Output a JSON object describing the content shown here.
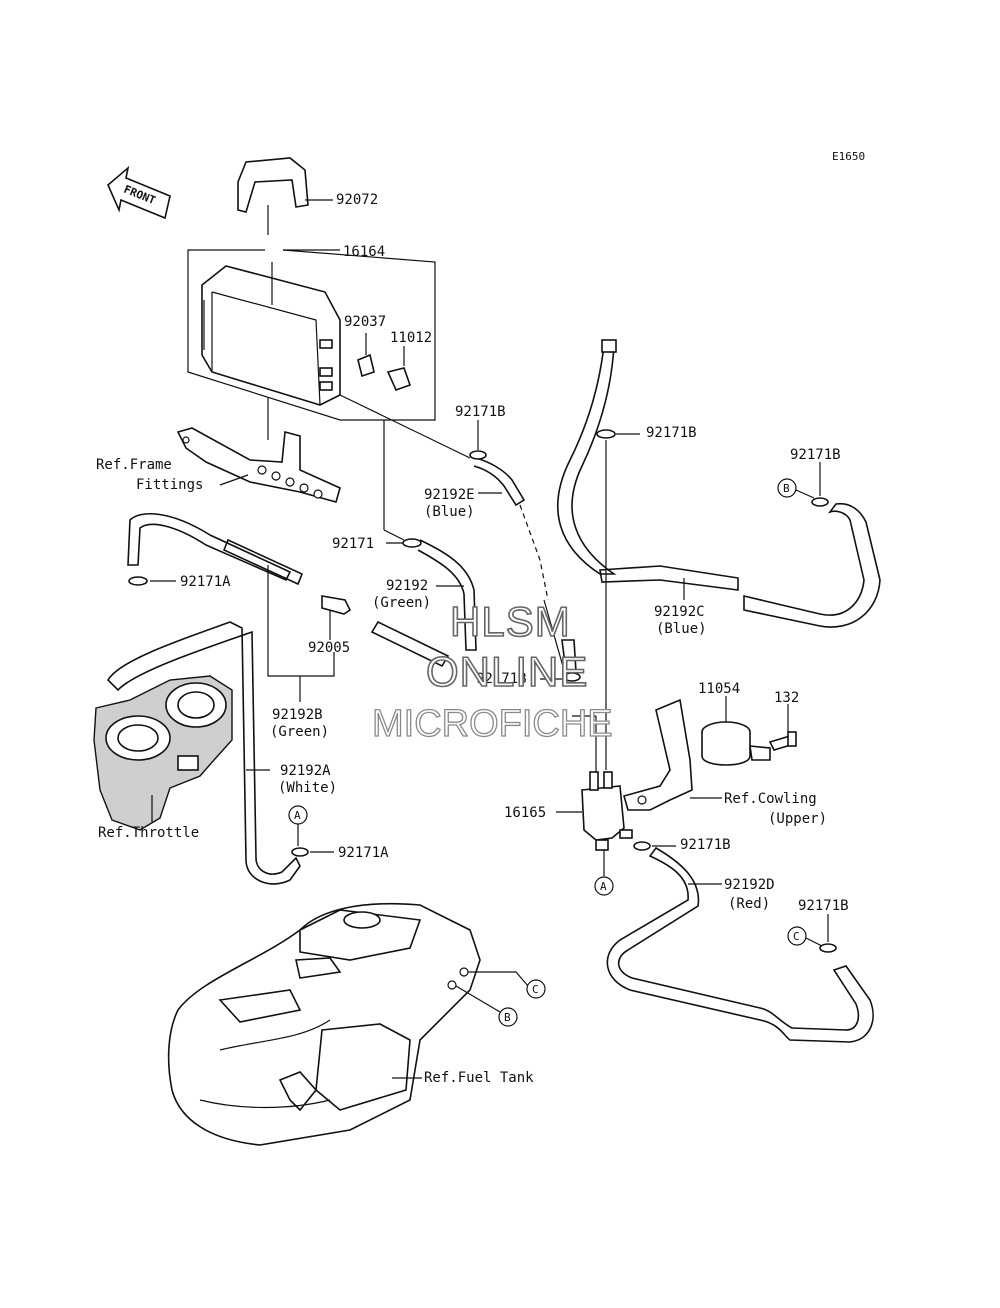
{
  "diagram_code": "E1650",
  "front_marker": "FRONT",
  "watermark": {
    "line1": "HLSM",
    "line2": "ONLINE",
    "line3": "MICROFICHE"
  },
  "parts": {
    "p92072": "92072",
    "p16164": "16164",
    "p92037": "92037",
    "p11012": "11012",
    "p92171B_a": "92171B",
    "p92171B_b": "92171B",
    "p92171B_c": "92171B",
    "p92171B_d": "92171B",
    "p92171B_e": "92171B",
    "p92171B_f": "92171B",
    "p92192E": "92192E",
    "p92192E_color": "(Blue)",
    "p92171": "92171",
    "p92192": "92192",
    "p92192_color": "(Green)",
    "p92171A_a": "92171A",
    "p92171A_b": "92171A",
    "p92005": "92005",
    "p92192B": "92192B",
    "p92192B_color": "(Green)",
    "p92192A": "92192A",
    "p92192A_color": "(White)",
    "p92192C": "92192C",
    "p92192C_color": "(Blue)",
    "p11054": "11054",
    "p132": "132",
    "p16165": "16165",
    "p92192D": "92192D",
    "p92192D_color": "(Red)"
  },
  "refs": {
    "frame_line1": "Ref.Frame",
    "frame_line2": "Fittings",
    "throttle": "Ref.Throttle",
    "cowling_line1": "Ref.Cowling",
    "cowling_line2": "(Upper)",
    "fuel_tank": "Ref.Fuel Tank"
  },
  "connectors": {
    "a1": "A",
    "a2": "A",
    "b1": "B",
    "b2": "B",
    "c1": "C",
    "c2": "C"
  }
}
